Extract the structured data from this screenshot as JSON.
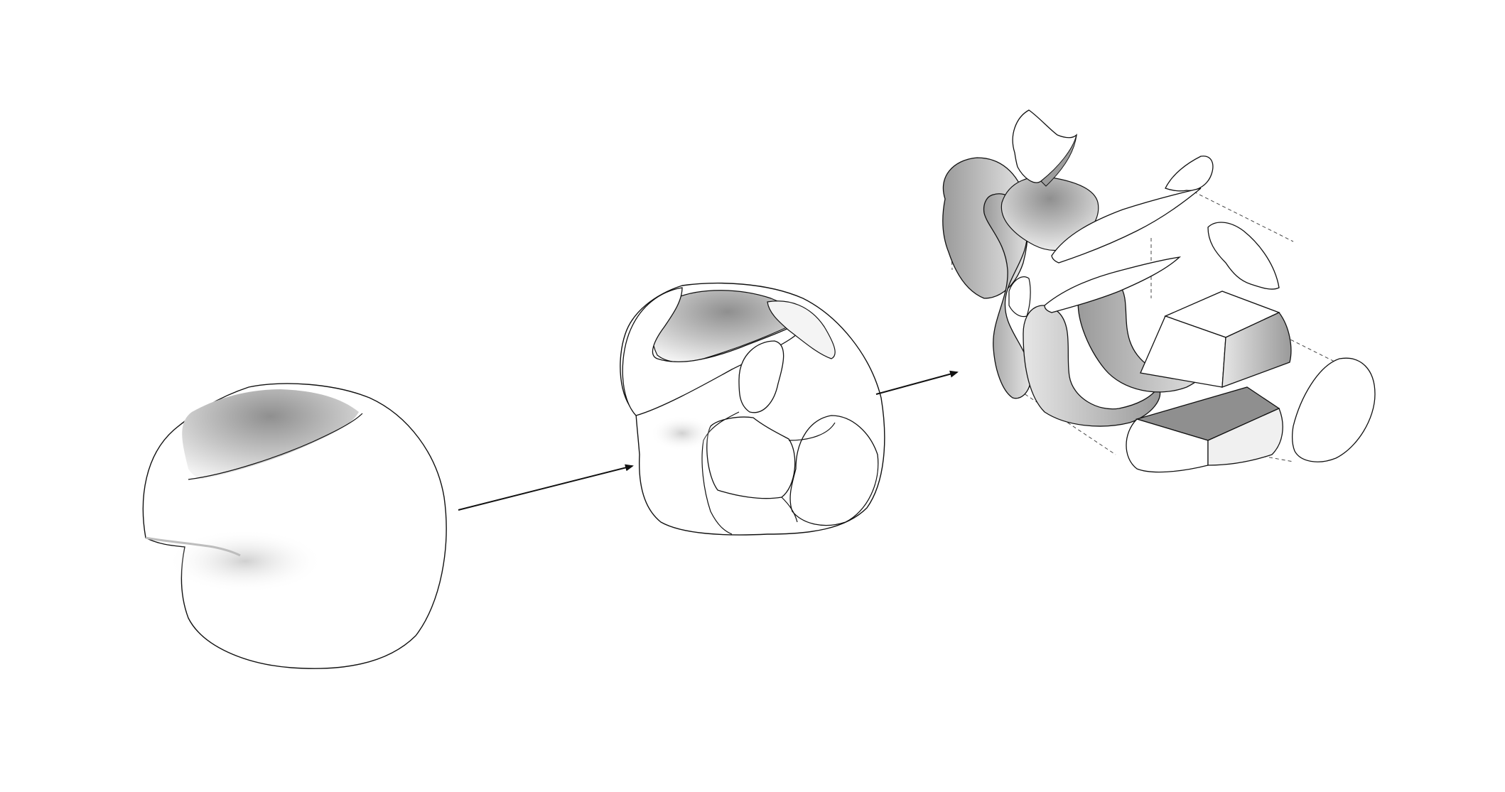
{
  "diagram": {
    "steps": [
      {
        "id": "step-1",
        "description": ""
      },
      {
        "id": "step-2",
        "description": ""
      },
      {
        "id": "step-3",
        "description": ""
      }
    ],
    "arrows": [
      {
        "from": "step-1",
        "to": "step-2"
      },
      {
        "from": "step-2",
        "to": "step-3"
      }
    ],
    "colors": {
      "background": "#ffffff",
      "outline": "#111111",
      "shade": "#8f8f8f",
      "surface": "#ffffff"
    }
  }
}
